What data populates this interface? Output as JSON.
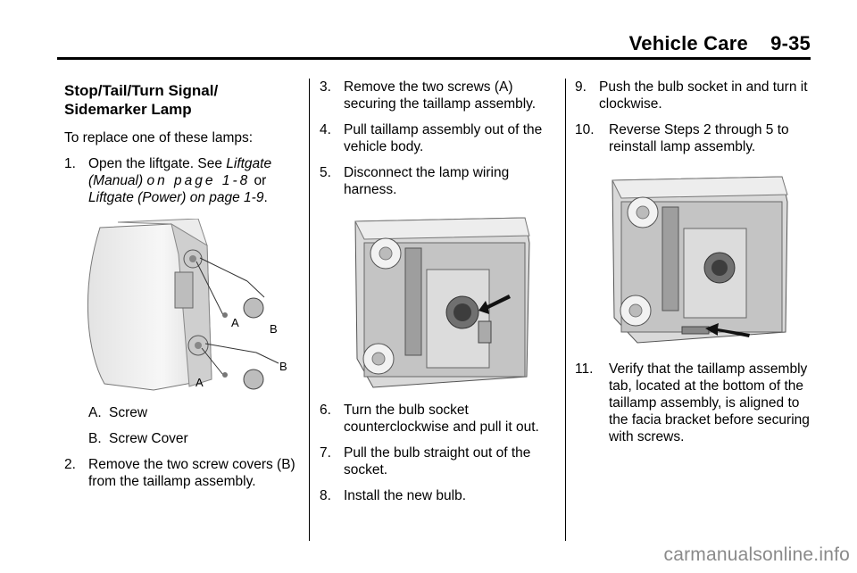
{
  "header": {
    "section": "Vehicle Care",
    "page": "9-35"
  },
  "section_title": "Stop/Tail/Turn Signal/\nSidemarker Lamp",
  "intro": "To replace one of these lamps:",
  "step1": {
    "num": "1.",
    "text_a": "Open the liftgate. See ",
    "ref1": "Liftgate (Manual)",
    "ref1_page": "on page 1-8",
    "text_b": " or ",
    "ref2": "Liftgate (Power) on page 1-9",
    "text_c": "."
  },
  "figure1": {
    "label_a": "A",
    "label_b": "B"
  },
  "legend": [
    {
      "letter": "A.",
      "text": "Screw"
    },
    {
      "letter": "B.",
      "text": "Screw Cover"
    }
  ],
  "steps_col1": [
    {
      "num": "2.",
      "text": "Remove the two screw covers (B) from the taillamp assembly."
    }
  ],
  "steps_col2_top": [
    {
      "num": "3.",
      "text": "Remove the two screws (A) securing the taillamp assembly."
    },
    {
      "num": "4.",
      "text": "Pull taillamp assembly out of the vehicle body."
    },
    {
      "num": "5.",
      "text": "Disconnect the lamp wiring harness."
    }
  ],
  "steps_col2_bottom": [
    {
      "num": "6.",
      "text": "Turn the bulb socket counterclockwise and pull it out."
    },
    {
      "num": "7.",
      "text": "Pull the bulb straight out of the socket."
    },
    {
      "num": "8.",
      "text": "Install the new bulb."
    }
  ],
  "steps_col3_top": [
    {
      "num": "9.",
      "text": "Push the bulb socket in and turn it clockwise."
    },
    {
      "num": "10.",
      "text": "Reverse Steps 2 through 5 to reinstall lamp assembly."
    }
  ],
  "steps_col3_bottom": [
    {
      "num": "11.",
      "text": "Verify that the taillamp assembly tab, located at the bottom of the taillamp assembly, is aligned to the facia bracket before securing with screws."
    }
  ],
  "watermark": "carmanualsonline.info"
}
